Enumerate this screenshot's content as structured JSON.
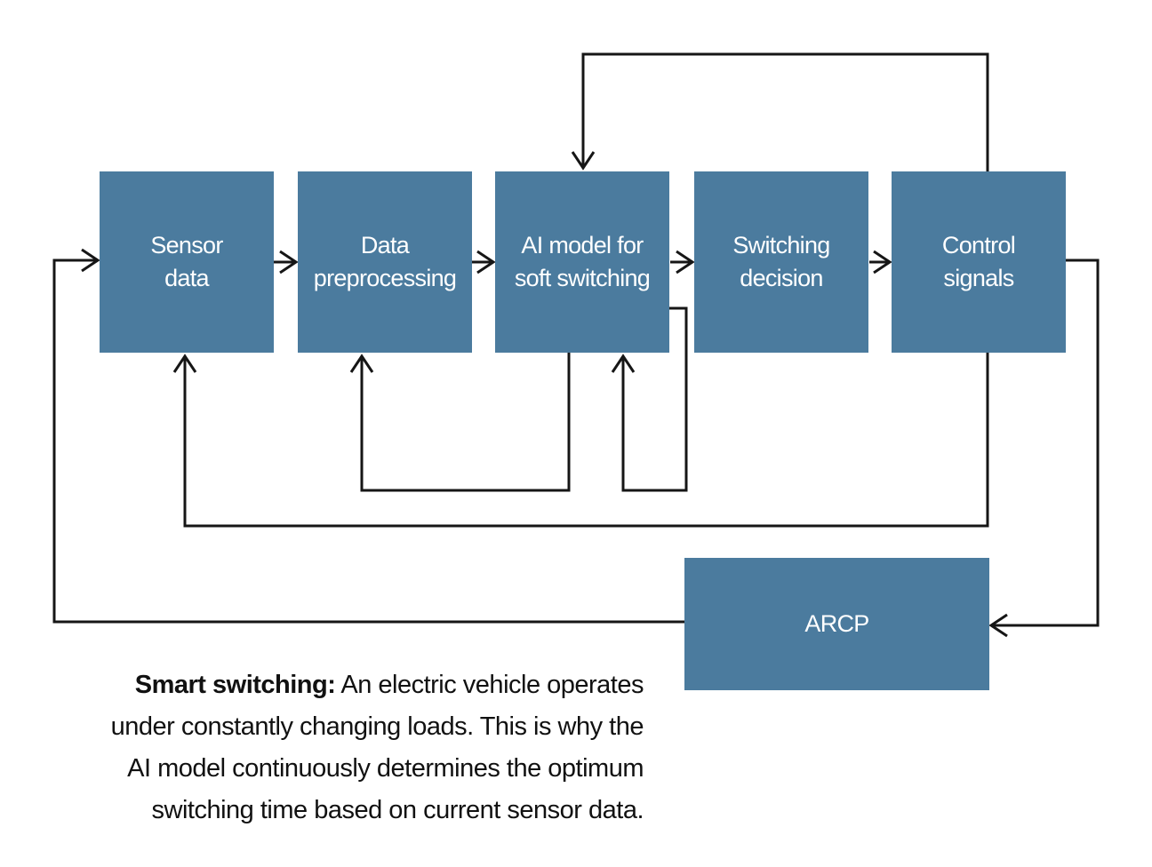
{
  "diagram": {
    "boxes": [
      {
        "id": "sensor-data",
        "label": "Sensor\ndata"
      },
      {
        "id": "data-preprocessing",
        "label": "Data\npreprocessing"
      },
      {
        "id": "ai-model",
        "label": "AI model for\nsoft switching"
      },
      {
        "id": "switching-decision",
        "label": "Switching\ndecision"
      },
      {
        "id": "control-signals",
        "label": "Control\nsignals"
      },
      {
        "id": "arcp",
        "label": "ARCP"
      }
    ],
    "colors": {
      "box_fill": "#4b7b9e",
      "box_text": "#ffffff",
      "line": "#161616",
      "caption_text": "#111111",
      "background": "#ffffff"
    }
  },
  "caption": {
    "bold": "Smart switching:",
    "rest": " An electric vehicle operates\nunder constantly changing loads. This is why the\nAI model continuously determines the optimum\nswitching time based on current sensor data."
  }
}
